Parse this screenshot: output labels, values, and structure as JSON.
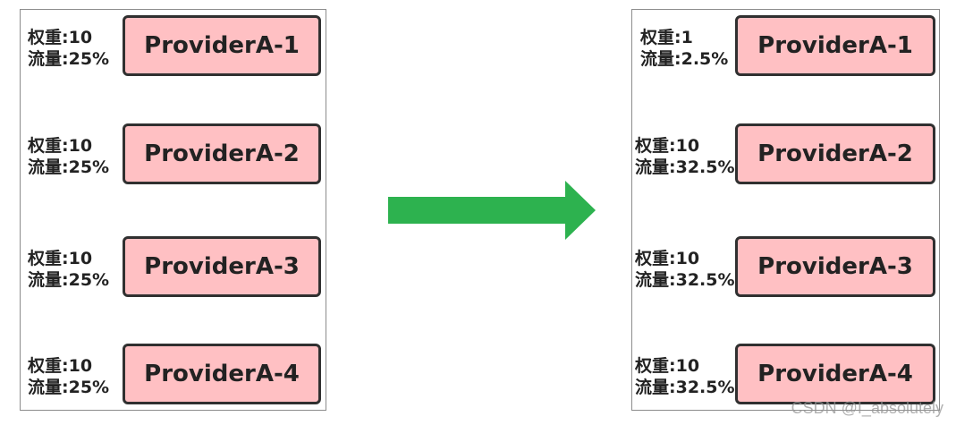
{
  "before": [
    {
      "name": "ProviderA-1",
      "weight": "权重:10",
      "traffic": "流量:25%"
    },
    {
      "name": "ProviderA-2",
      "weight": "权重:10",
      "traffic": "流量:25%"
    },
    {
      "name": "ProviderA-3",
      "weight": "权重:10",
      "traffic": "流量:25%"
    },
    {
      "name": "ProviderA-4",
      "weight": "权重:10",
      "traffic": "流量:25%"
    }
  ],
  "after": [
    {
      "name": "ProviderA-1",
      "weight": "权重:1",
      "traffic": "流量:2.5%"
    },
    {
      "name": "ProviderA-2",
      "weight": "权重:10",
      "traffic": "流量:32.5%"
    },
    {
      "name": "ProviderA-3",
      "weight": "权重:10",
      "traffic": "流量:32.5%"
    },
    {
      "name": "ProviderA-4",
      "weight": "权重:10",
      "traffic": "流量:32.5%"
    }
  ],
  "colors": {
    "provider_fill": "#ffc0c3",
    "provider_border": "#303030",
    "arrow": "#2db24f"
  },
  "watermark": "CSDN @I_absolutely"
}
